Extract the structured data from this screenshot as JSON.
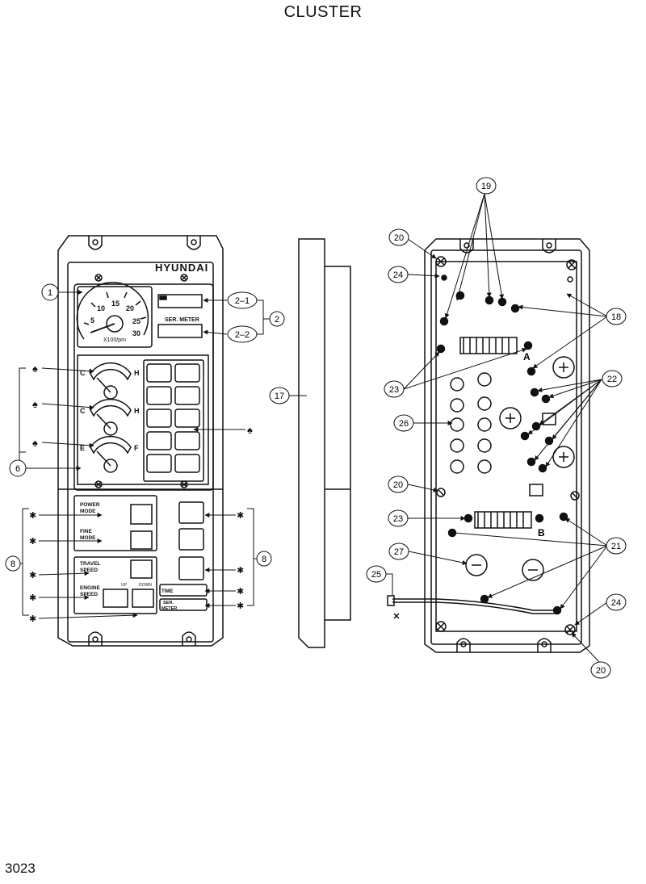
{
  "title": "CLUSTER",
  "page_number": "3023",
  "panel": {
    "brand": "HYUNDAI",
    "tacho_ticks": [
      "5",
      "10",
      "15",
      "20",
      "25",
      "30"
    ],
    "tacho_unit": "X100/pm",
    "ser_meter_label": "SER. METER",
    "gauges": [
      {
        "left": "C",
        "right": "H"
      },
      {
        "left": "C",
        "right": "H"
      },
      {
        "left": "E",
        "right": "F"
      }
    ],
    "mode_labels": {
      "power_mode": [
        "POWER",
        "MODE"
      ],
      "fine_mode": [
        "FINE",
        "MODE"
      ],
      "travel_speed": [
        "TRAVEL",
        "SPEED"
      ],
      "engine_speed": [
        "ENGINE",
        "SPEED"
      ],
      "time": "TIME",
      "ser_meter_small": [
        "SER.",
        "METER"
      ],
      "up": "UP",
      "down": "DOWN"
    },
    "board_letters": [
      "A",
      "B"
    ]
  },
  "callouts": {
    "c1": "1",
    "c2_1": "2–1",
    "c2_2": "2–2",
    "c2": "2",
    "c6": "6",
    "c8_left": "8",
    "c8_right": "8",
    "c17": "17",
    "c18": "18",
    "c19": "19",
    "c20_top": "20",
    "c20_mid": "20",
    "c20_bot": "20",
    "c21": "21",
    "c22": "22",
    "c23_top": "23",
    "c23_mid": "23",
    "c24_top": "24",
    "c24_bot": "24",
    "c25": "25",
    "c26": "26",
    "c27": "27"
  },
  "markers": {
    "spade": "♠",
    "asterisk": "✱"
  }
}
